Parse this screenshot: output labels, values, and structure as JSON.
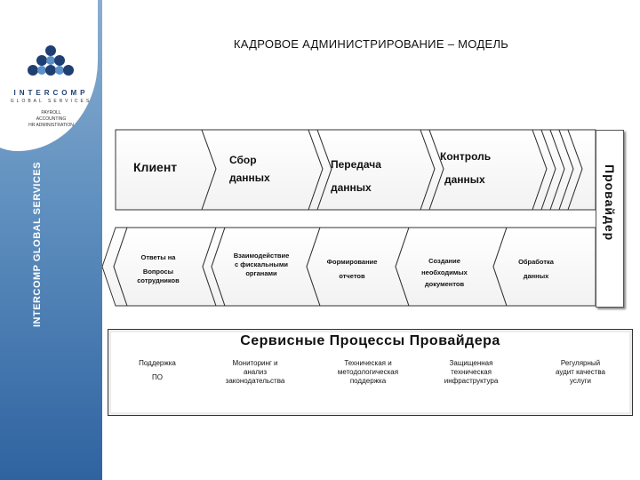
{
  "header": {
    "title": "КАДРОВОЕ АДМИНИСТРИРОВАНИЕ – МОДЕЛЬ"
  },
  "brand": {
    "name": "INTERCOMP",
    "subtitle": "GLOBAL SERVICES",
    "tagline_lines": [
      "PAYROLL",
      "ACCOUNTING",
      "HR ADMINISTRATION"
    ],
    "vertical_text": "INTERCOMP GLOBAL SERVICES",
    "colors": {
      "sidebar_top": "#8aaed0",
      "sidebar_bottom": "#2f63a0",
      "logo_dark": "#1f3f73",
      "logo_light": "#5b8fc6"
    }
  },
  "top_row": [
    {
      "lines": [
        "Клиент"
      ]
    },
    {
      "lines": [
        "Сбор",
        "данных"
      ]
    },
    {
      "lines": [
        "Передача",
        "данных"
      ]
    },
    {
      "lines": [
        "Контроль",
        "данных"
      ]
    }
  ],
  "bottom_row": [
    {
      "lines": [
        "Ответы на",
        "Вопросы",
        "сотрудников"
      ]
    },
    {
      "lines": [
        "Взаимодействие",
        "с фискальными",
        "органами"
      ]
    },
    {
      "lines": [
        "Формирование",
        "отчетов"
      ]
    },
    {
      "lines": [
        "Создание",
        "необходимых",
        "документов"
      ]
    },
    {
      "lines": [
        "Обработка",
        "данных"
      ]
    }
  ],
  "provider_label": "Провайдер",
  "services": {
    "title": "Сервисные Процессы Провайдера",
    "items": [
      {
        "lines": [
          "Поддержка",
          "ПО"
        ]
      },
      {
        "lines": [
          "Мониторинг и",
          "анализ",
          "законодательства"
        ]
      },
      {
        "lines": [
          "Техническая и",
          "методологическая",
          "поддержка"
        ]
      },
      {
        "lines": [
          "Защищенная",
          "техническая",
          "инфраструктура"
        ]
      },
      {
        "lines": [
          "Регулярный",
          "аудит качества",
          "услуги"
        ]
      }
    ]
  }
}
